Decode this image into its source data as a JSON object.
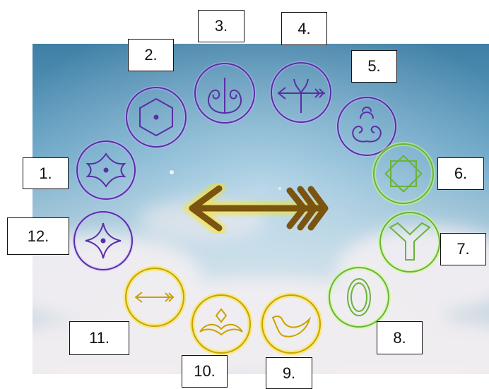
{
  "colors": {
    "purple": "#5a2ea6",
    "green": "#6ab33a",
    "gold": "#c9a200",
    "arrow": "#7a5410",
    "arrow_glow": "#ffe400"
  },
  "symbols": [
    {
      "label": "1.",
      "icon": "four-point-ornament-icon",
      "color": "purple"
    },
    {
      "label": "2.",
      "icon": "hexagon-dot-icon",
      "color": "purple"
    },
    {
      "label": "3.",
      "icon": "double-spiral-heart-icon",
      "color": "purple"
    },
    {
      "label": "4.",
      "icon": "horned-arrow-icon",
      "color": "purple"
    },
    {
      "label": "5.",
      "icon": "spiral-horns-icon",
      "color": "purple"
    },
    {
      "label": "6.",
      "icon": "eight-point-star-icon",
      "color": "green"
    },
    {
      "label": "7.",
      "icon": "y-fork-icon",
      "color": "green"
    },
    {
      "label": "8.",
      "icon": "shield-oval-icon",
      "color": "green"
    },
    {
      "label": "9.",
      "icon": "bird-icon",
      "color": "gold"
    },
    {
      "label": "10.",
      "icon": "wings-diamond-icon",
      "color": "gold"
    },
    {
      "label": "11.",
      "icon": "small-arrow-icon",
      "color": "gold"
    },
    {
      "label": "12.",
      "icon": "four-point-star-dot-icon",
      "color": "purple"
    }
  ],
  "center_icon": "large-arrow-icon"
}
